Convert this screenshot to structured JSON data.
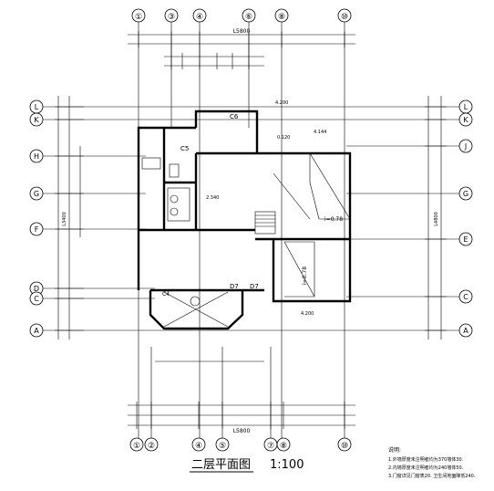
{
  "drawing": {
    "title": "二层平面图",
    "scale": "1:100"
  },
  "axes": {
    "top": [
      "①",
      "③",
      "④",
      "⑥",
      "⑧",
      "⑩"
    ],
    "bottom": [
      "①",
      "②",
      "④",
      "⑤",
      "⑦",
      "⑧",
      "⑩"
    ],
    "left": [
      "L",
      "K",
      "H",
      "G",
      "F",
      "D",
      "C",
      "A"
    ],
    "right": [
      "L",
      "K",
      "J",
      "G",
      "E",
      "C",
      "A"
    ]
  },
  "rooms": {
    "c6_top": "C6",
    "c5": "C5",
    "c4": "C4",
    "d7": "D7",
    "d7b": "D7",
    "elev_main": "4.200",
    "elev_low": "4.200",
    "elev_side": "4.144",
    "slope1": "i=0.78",
    "slope2": "i=0.78",
    "elev_small": "2.340",
    "label_a": "0.120"
  },
  "dimensions": {
    "overall_top": "L5800",
    "overall_bottom": "L5800",
    "left_vertical": "L3400",
    "right_vertical": "L4800"
  },
  "notes": {
    "heading": "说明:",
    "line1": "1.外墙厚度未注明者均为370墙体30.",
    "line2": "2.内墙厚度未注明者均为240墙体50.",
    "line3": "3.门窗详见门窗表20.   卫生间地面降低240."
  }
}
